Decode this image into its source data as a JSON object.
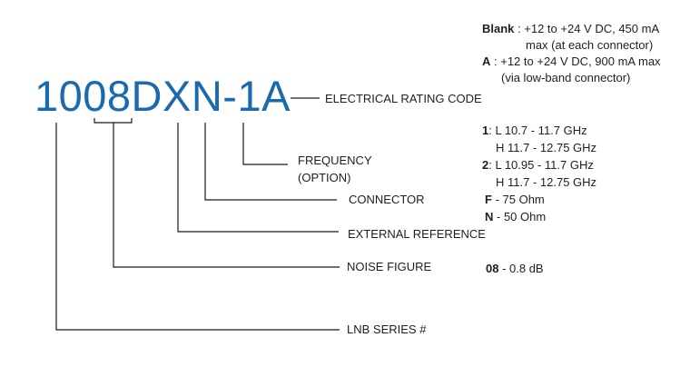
{
  "part_code": "1008DXN-1A",
  "accent_color": "#1a6ab0",
  "labels": {
    "electrical": "ELECTRICAL RATING CODE",
    "frequency_1": "FREQUENCY",
    "frequency_2": "(OPTION)",
    "connector": "CONNECTOR",
    "external": "EXTERNAL REFERENCE",
    "noise": "NOISE FIGURE",
    "series": "LNB SERIES #"
  },
  "electrical_options": [
    {
      "key": "Blank",
      "sep": " : ",
      "line1": "+12 to +24 V DC, 450 mA",
      "line2": "max (at each connector)"
    },
    {
      "key": "A",
      "sep": " : ",
      "line1": "+12 to +24 V DC, 900 mA max",
      "line2": "(via low-band connector)"
    }
  ],
  "frequency_options": [
    {
      "key": "1",
      "sep": ": ",
      "line1": "L 10.7 - 11.7 GHz",
      "line2": "H 11.7 - 12.75 GHz"
    },
    {
      "key": "2",
      "sep": ": ",
      "line1": "L 10.95 - 11.7 GHz",
      "line2": "H 11.7 - 12.75 GHz"
    }
  ],
  "connector_options": [
    {
      "key": "F",
      "text": " - 75 Ohm"
    },
    {
      "key": "N",
      "text": " - 50 Ohm"
    }
  ],
  "noise_options": [
    {
      "key": "08",
      "text": " - 0.8 dB"
    }
  ]
}
